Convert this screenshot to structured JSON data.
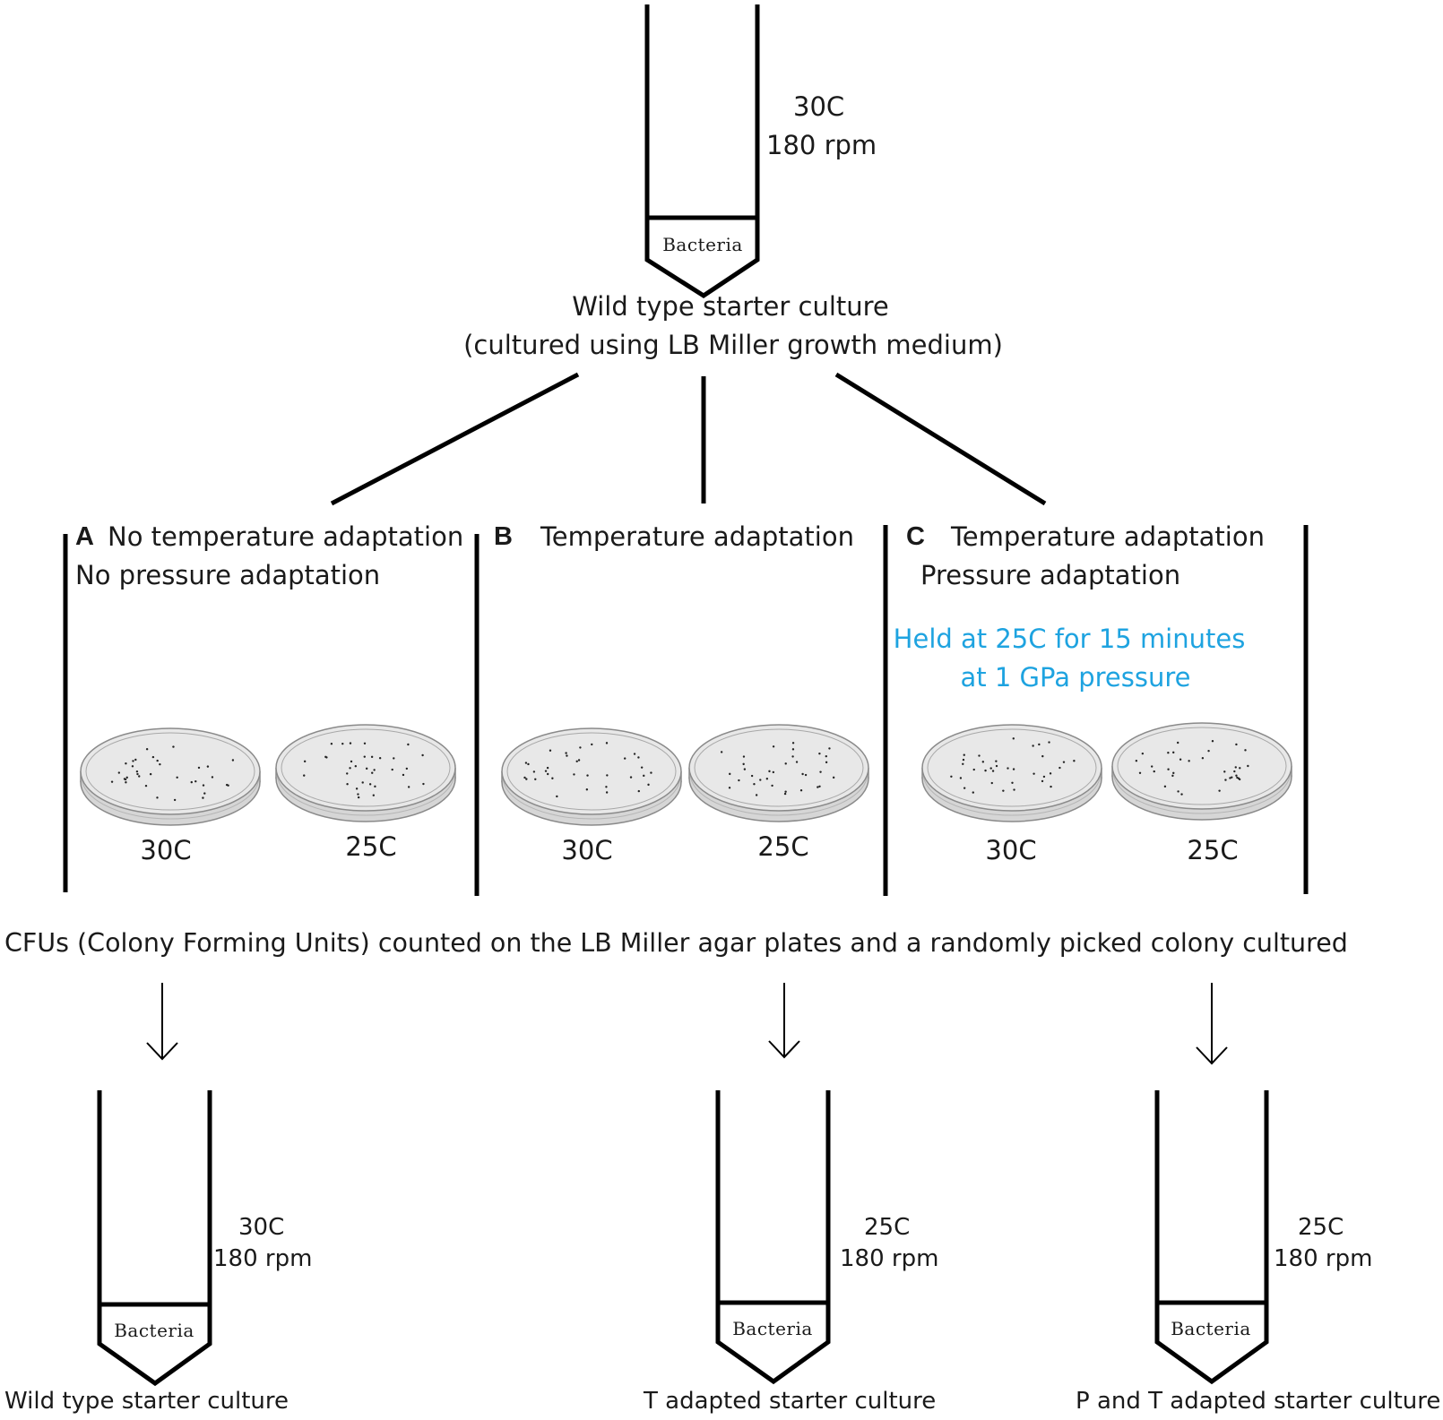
{
  "colors": {
    "ink": "#000000",
    "accent": "#1ea3e0",
    "plate_fill": "#e8e8e8"
  },
  "top": {
    "conditions_temp": "30C",
    "conditions_rpm": "180 rpm",
    "tube_label": "Bacteria",
    "title_line1": "Wild type starter culture",
    "title_line2": "(cultured using LB Miller growth medium)"
  },
  "panels": {
    "a": {
      "letter": "A",
      "line1": "No temperature adaptation",
      "line2": "No pressure adaptation",
      "plate_left": "30C",
      "plate_right": "25C"
    },
    "b": {
      "letter": "B",
      "line1": "Temperature adaptation",
      "plate_left": "30C",
      "plate_right": "25C"
    },
    "c": {
      "letter": "C",
      "line1": "Temperature adaptation",
      "line2": "Pressure adaptation",
      "note_line1": "Held at 25C for 15 minutes",
      "note_line2": "at 1 GPa pressure",
      "plate_left": "30C",
      "plate_right": "25C"
    }
  },
  "cfu_text": "CFUs (Colony Forming Units) counted on the LB Miller agar plates and a randomly picked colony cultured",
  "bottom": {
    "left": {
      "temp": "30C",
      "rpm": "180 rpm",
      "tube_label": "Bacteria",
      "caption": "Wild type starter culture"
    },
    "middle": {
      "temp": "25C",
      "rpm": "180 rpm",
      "tube_label": "Bacteria",
      "caption": "T adapted starter culture"
    },
    "right": {
      "temp": "25C",
      "rpm": "180 rpm",
      "tube_label": "Bacteria",
      "caption": "P and T adapted starter culture"
    }
  }
}
